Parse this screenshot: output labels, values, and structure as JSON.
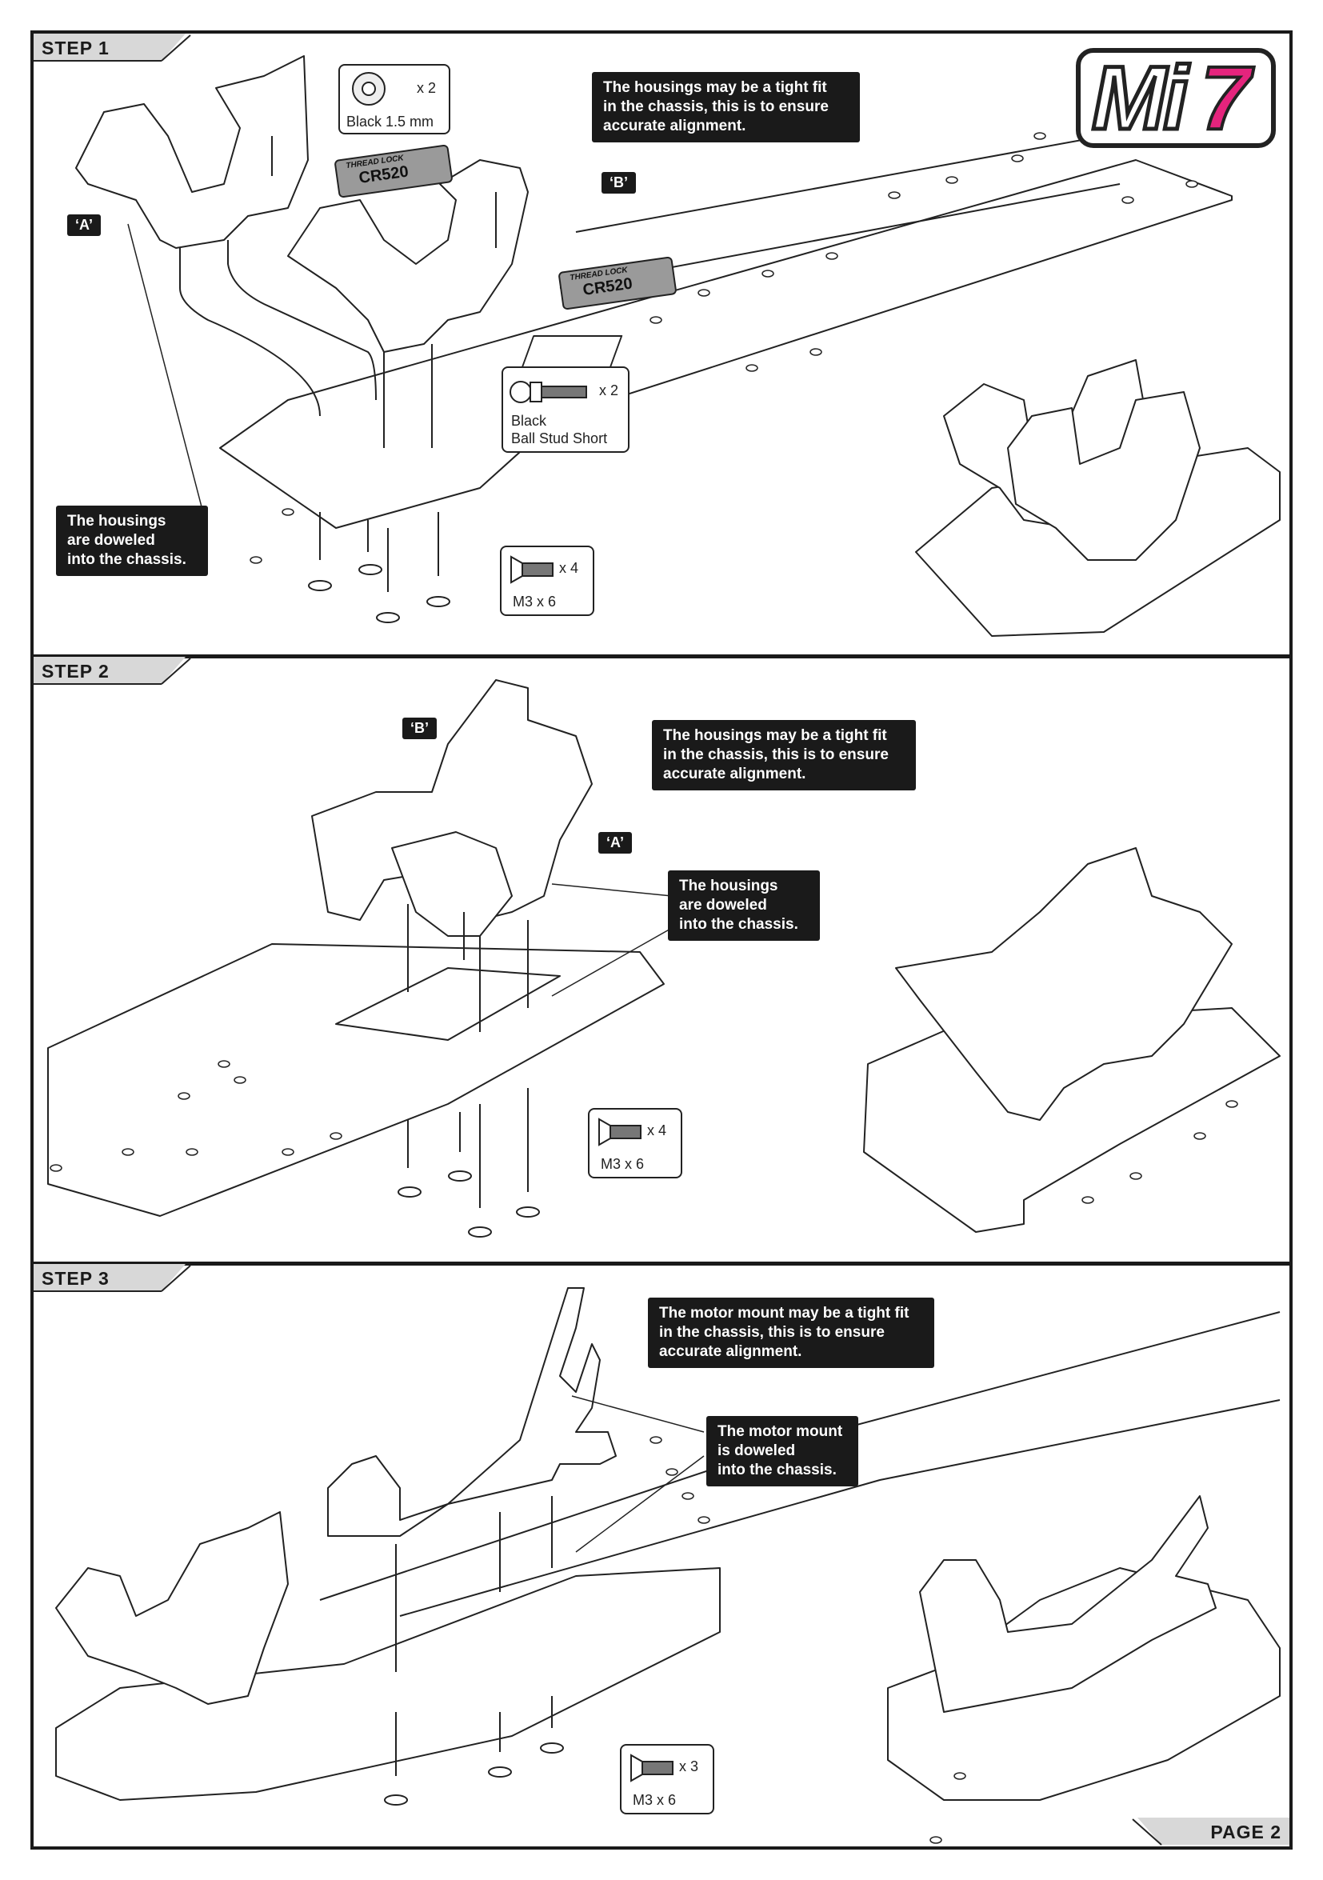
{
  "logo": {
    "text_main": "Mi",
    "text_num": "7",
    "accent": "#e5247d"
  },
  "steps": [
    {
      "label": "STEP 1",
      "notes": [
        {
          "lines": [
            "The housings may be a tight fit",
            "in the chassis, this is to ensure",
            "accurate alignment."
          ]
        },
        {
          "lines": [
            "The housings",
            "are doweled",
            "into the chassis."
          ]
        }
      ],
      "tags": [
        "‘A’",
        "‘B’"
      ],
      "parts": [
        {
          "qty": "x 2",
          "name": "Black 1.5 mm",
          "icon": "washer-icon"
        },
        {
          "qty": "x 2",
          "name_lines": [
            "Black",
            "Ball Stud Short"
          ],
          "icon": "ball-stud-icon"
        },
        {
          "qty": "x 4",
          "name": "M3 x 6",
          "icon": "countersunk-screw-icon"
        }
      ],
      "thread_lock": {
        "line1": "THREAD LOCK",
        "line2": "CR520"
      }
    },
    {
      "label": "STEP 2",
      "notes": [
        {
          "lines": [
            "The housings may be a tight fit",
            "in the chassis, this is to ensure",
            "accurate alignment."
          ]
        },
        {
          "lines": [
            "The housings",
            "are doweled",
            "into the chassis."
          ]
        }
      ],
      "tags": [
        "‘B’",
        "‘A’"
      ],
      "parts": [
        {
          "qty": "x 4",
          "name": "M3 x 6",
          "icon": "countersunk-screw-icon"
        }
      ]
    },
    {
      "label": "STEP 3",
      "notes": [
        {
          "lines": [
            "The motor mount may be a tight fit",
            "in the chassis, this is to ensure",
            "accurate alignment."
          ]
        },
        {
          "lines": [
            "The motor mount",
            "is doweled",
            "into the chassis."
          ]
        }
      ],
      "parts": [
        {
          "qty": "x 3",
          "name": "M3 x 6",
          "icon": "countersunk-screw-icon"
        }
      ]
    }
  ],
  "page_label": "PAGE 2"
}
